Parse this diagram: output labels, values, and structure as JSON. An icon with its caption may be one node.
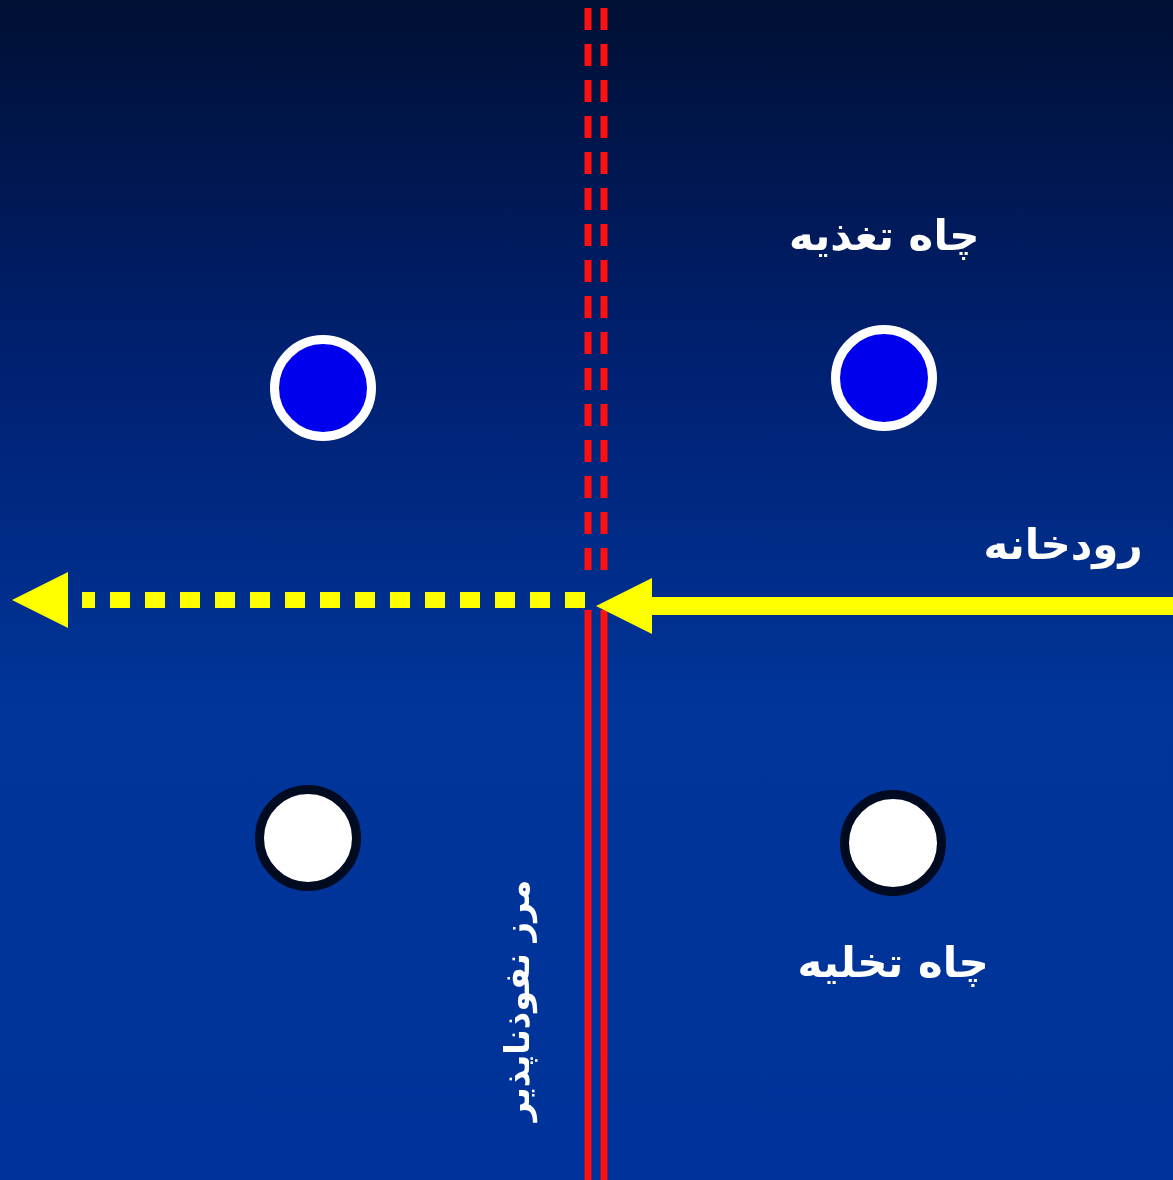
{
  "diagram": {
    "nodes": [
      {
        "text": [],
        "shape": "circle"
      },
      {
        "text": [],
        "shape": "circle",
        "beside": [
          "چاه تغذیه"
        ]
      },
      {
        "text": [],
        "shape": "circle"
      },
      {
        "text": [],
        "shape": "circle",
        "beside": [
          "چاه تخلیه"
        ]
      }
    ],
    "labels": [
      "رودخانه",
      "مرز نفوذناپذیر"
    ]
  }
}
